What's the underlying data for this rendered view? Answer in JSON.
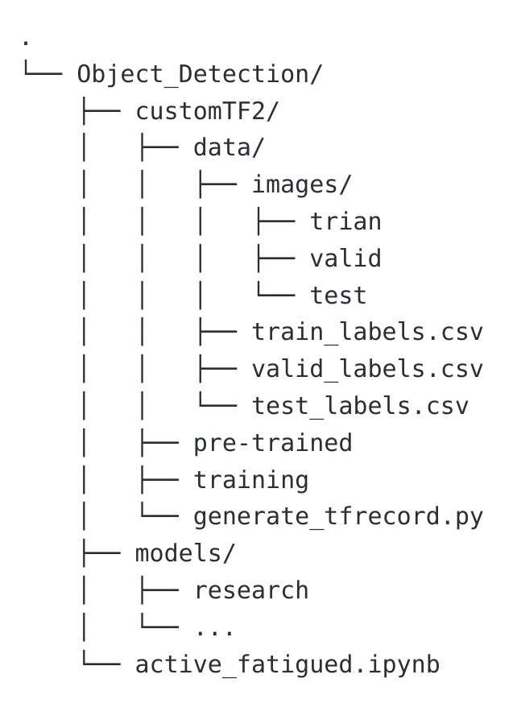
{
  "view": {
    "kind": "directory-tree-listing",
    "background_color": "#ffffff",
    "text_color": "#2b2f33",
    "font_kind": "monospace",
    "root_label": ".",
    "line_count": 17
  },
  "glyphs": {
    "branch_tee": "├── ",
    "branch_last": "└── ",
    "vertical": "│   ",
    "blank": "    "
  },
  "tree": {
    "lines": [
      ".",
      "└── Object_Detection/",
      "    ├── customTF2/",
      "    │   ├── data/",
      "    │   │   ├── images/",
      "    │   │   │   ├── trian",
      "    │   │   │   ├── valid",
      "    │   │   │   └── test",
      "    │   │   ├── train_labels.csv",
      "    │   │   ├── valid_labels.csv",
      "    │   │   └── test_labels.csv",
      "    │   ├── pre-trained",
      "    │   ├── training",
      "    │   └── generate_tfrecord.py",
      "    ├── models/",
      "    │   ├── research",
      "    │   └── ...",
      "    └── active_fatigued.ipynb"
    ],
    "nodes": [
      {
        "depth": 0,
        "name": ".",
        "type": "root",
        "connector": ""
      },
      {
        "depth": 1,
        "name": "Object_Detection/",
        "type": "directory",
        "connector": "last"
      },
      {
        "depth": 2,
        "name": "customTF2/",
        "type": "directory",
        "connector": "tee"
      },
      {
        "depth": 3,
        "name": "data/",
        "type": "directory",
        "connector": "tee"
      },
      {
        "depth": 4,
        "name": "images/",
        "type": "directory",
        "connector": "tee"
      },
      {
        "depth": 5,
        "name": "trian",
        "type": "directory",
        "connector": "tee"
      },
      {
        "depth": 5,
        "name": "valid",
        "type": "directory",
        "connector": "tee"
      },
      {
        "depth": 5,
        "name": "test",
        "type": "directory",
        "connector": "last"
      },
      {
        "depth": 4,
        "name": "train_labels.csv",
        "type": "file",
        "connector": "tee"
      },
      {
        "depth": 4,
        "name": "valid_labels.csv",
        "type": "file",
        "connector": "tee"
      },
      {
        "depth": 4,
        "name": "test_labels.csv",
        "type": "file",
        "connector": "last"
      },
      {
        "depth": 3,
        "name": "pre-trained",
        "type": "directory",
        "connector": "tee"
      },
      {
        "depth": 3,
        "name": "training",
        "type": "directory",
        "connector": "tee"
      },
      {
        "depth": 3,
        "name": "generate_tfrecord.py",
        "type": "file",
        "connector": "last"
      },
      {
        "depth": 2,
        "name": "models/",
        "type": "directory",
        "connector": "tee"
      },
      {
        "depth": 3,
        "name": "research",
        "type": "directory",
        "connector": "tee"
      },
      {
        "depth": 3,
        "name": "...",
        "type": "ellipsis",
        "connector": "last"
      },
      {
        "depth": 2,
        "name": "active_fatigued.ipynb",
        "type": "file",
        "connector": "last"
      }
    ]
  }
}
